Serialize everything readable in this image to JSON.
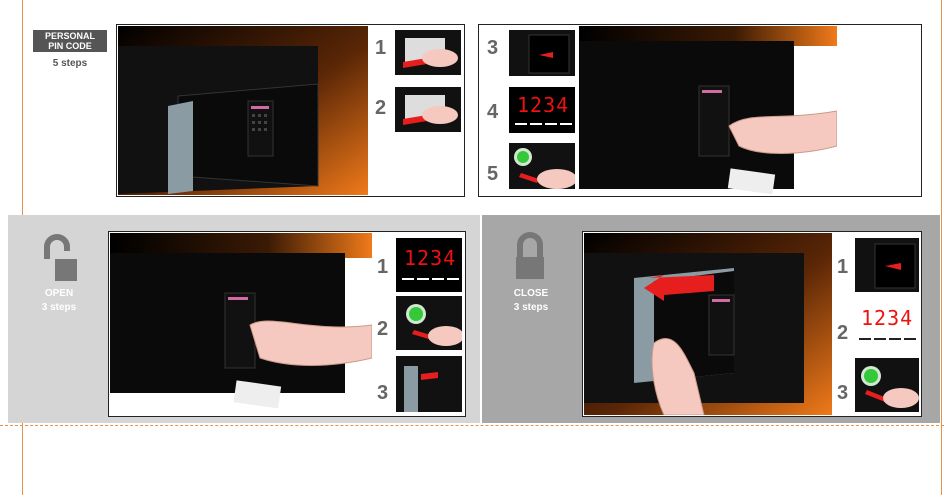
{
  "personal": {
    "title_line1": "PERSONAL",
    "title_line2": "PIN CODE",
    "subtitle": "5 steps",
    "steps": [
      "1",
      "2",
      "3",
      "4",
      "5"
    ],
    "display": "1234"
  },
  "open": {
    "title": "OPEN",
    "subtitle": "3 steps",
    "steps": [
      "1",
      "2",
      "3"
    ],
    "display": "1234"
  },
  "close": {
    "title": "CLOSE",
    "subtitle": "3 steps",
    "steps": [
      "1",
      "2",
      "3"
    ],
    "display": "1234"
  },
  "colors": {
    "accent": "#f07a1a",
    "panel_open_bg": "#d5d5d5",
    "panel_close_bg": "#a7a7a7",
    "arrow": "#e61e1e",
    "led": "#35c83b"
  }
}
